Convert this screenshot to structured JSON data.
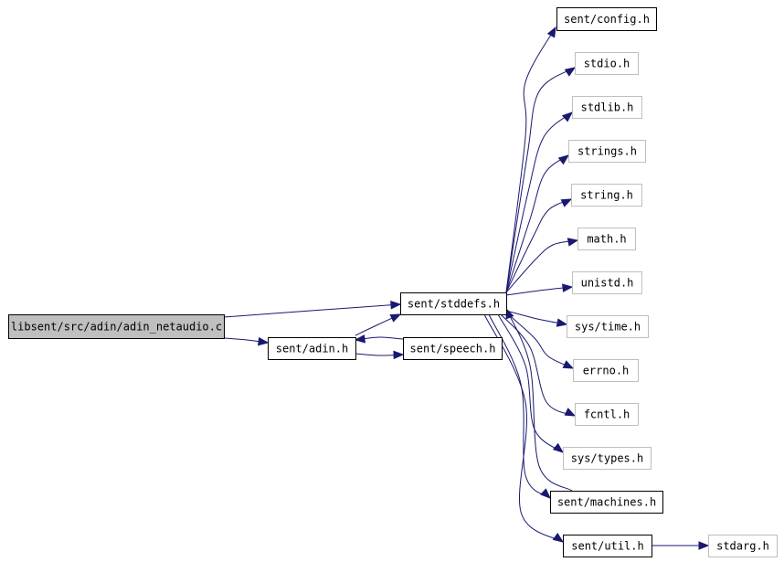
{
  "nodes": {
    "main": {
      "label": "libsent/src/adin/adin_netaudio.c",
      "kind": "main"
    },
    "adin": {
      "label": "sent/adin.h",
      "kind": "doc"
    },
    "stddefs": {
      "label": "sent/stddefs.h",
      "kind": "doc"
    },
    "speech": {
      "label": "sent/speech.h",
      "kind": "doc"
    },
    "config": {
      "label": "sent/config.h",
      "kind": "doc"
    },
    "stdio": {
      "label": "stdio.h",
      "kind": "ext"
    },
    "stdlib": {
      "label": "stdlib.h",
      "kind": "ext"
    },
    "strings": {
      "label": "strings.h",
      "kind": "ext"
    },
    "string": {
      "label": "string.h",
      "kind": "ext"
    },
    "math": {
      "label": "math.h",
      "kind": "ext"
    },
    "unistd": {
      "label": "unistd.h",
      "kind": "ext"
    },
    "systime": {
      "label": "sys/time.h",
      "kind": "ext"
    },
    "errno": {
      "label": "errno.h",
      "kind": "ext"
    },
    "fcntl": {
      "label": "fcntl.h",
      "kind": "ext"
    },
    "systypes": {
      "label": "sys/types.h",
      "kind": "ext"
    },
    "machines": {
      "label": "sent/machines.h",
      "kind": "doc"
    },
    "util": {
      "label": "sent/util.h",
      "kind": "doc"
    },
    "stdarg": {
      "label": "stdarg.h",
      "kind": "ext"
    }
  },
  "edges": [
    {
      "from": "main",
      "to": "stddefs"
    },
    {
      "from": "main",
      "to": "adin"
    },
    {
      "from": "adin",
      "to": "stddefs"
    },
    {
      "from": "adin",
      "to": "speech"
    },
    {
      "from": "speech",
      "to": "adin"
    },
    {
      "from": "stddefs",
      "to": "config"
    },
    {
      "from": "stddefs",
      "to": "stdio"
    },
    {
      "from": "stddefs",
      "to": "stdlib"
    },
    {
      "from": "stddefs",
      "to": "strings"
    },
    {
      "from": "stddefs",
      "to": "string"
    },
    {
      "from": "stddefs",
      "to": "math"
    },
    {
      "from": "stddefs",
      "to": "unistd"
    },
    {
      "from": "stddefs",
      "to": "systime"
    },
    {
      "from": "stddefs",
      "to": "errno"
    },
    {
      "from": "stddefs",
      "to": "fcntl"
    },
    {
      "from": "stddefs",
      "to": "systypes"
    },
    {
      "from": "stddefs",
      "to": "machines"
    },
    {
      "from": "machines",
      "to": "stddefs"
    },
    {
      "from": "stddefs",
      "to": "util"
    },
    {
      "from": "util",
      "to": "stdarg"
    }
  ],
  "colors": {
    "edge": "#191970",
    "main_fill": "#bfbfbf",
    "doc_border": "#000000",
    "ext_border": "#bfbfbf"
  }
}
